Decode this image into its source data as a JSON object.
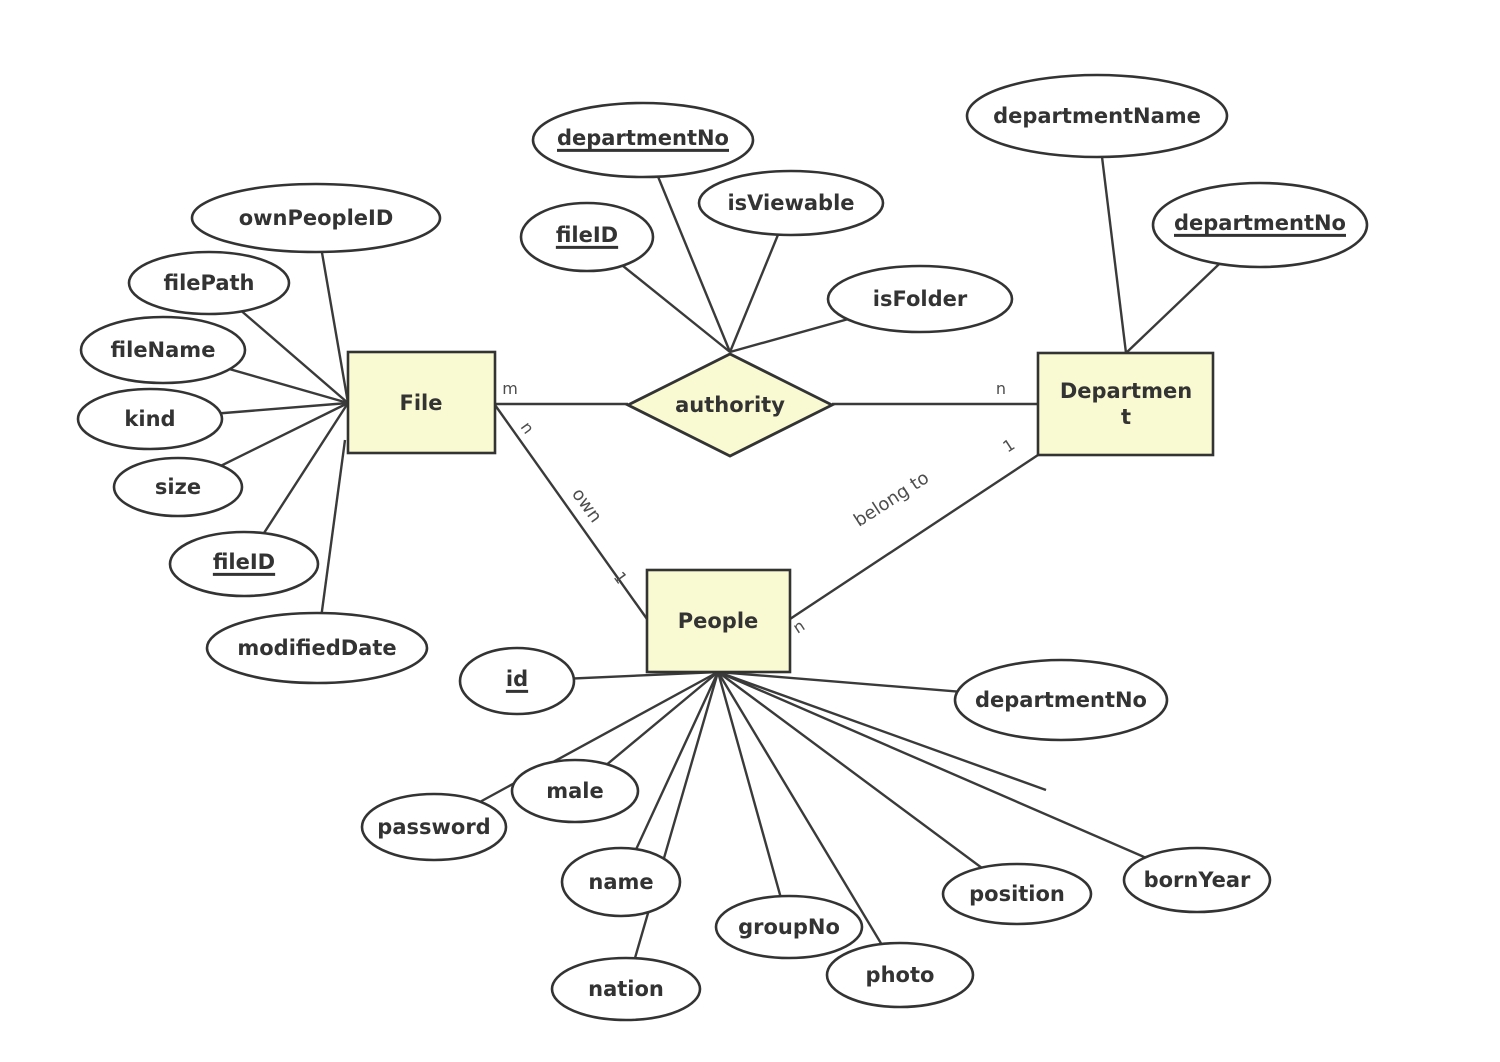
{
  "colors": {
    "background": "#ffffff",
    "entity_fill": "#fafad2",
    "relationship_fill": "#fafad2",
    "attribute_fill": "#ffffff",
    "stroke": "#333333",
    "connector": "#3a3a3a",
    "label_text": "#333333",
    "annotation_text": "#4d4d4d"
  },
  "entities": {
    "file": {
      "label": "File"
    },
    "department": {
      "label": "Department"
    },
    "people": {
      "label": "People"
    }
  },
  "relationships": {
    "authority": {
      "label": "authority"
    },
    "own": {
      "label": "own"
    },
    "belong_to": {
      "label": "belong to"
    }
  },
  "cardinalities": {
    "file_authority": "m",
    "department_authority": "n",
    "file_own": "n",
    "people_own": "1",
    "people_belong_to": "n",
    "department_belong_to": "1"
  },
  "attributes": {
    "file": [
      {
        "label": "ownPeopleID",
        "primary_key": false
      },
      {
        "label": "filePath",
        "primary_key": false
      },
      {
        "label": "fileName",
        "primary_key": false
      },
      {
        "label": "kind",
        "primary_key": false
      },
      {
        "label": "size",
        "primary_key": false
      },
      {
        "label": "fileID",
        "primary_key": true
      },
      {
        "label": "modifiedDate",
        "primary_key": false
      }
    ],
    "authority": [
      {
        "label": "departmentNo",
        "primary_key": true
      },
      {
        "label": "fileID",
        "primary_key": true
      },
      {
        "label": "isViewable",
        "primary_key": false
      },
      {
        "label": "isFolder",
        "primary_key": false
      }
    ],
    "department": [
      {
        "label": "departmentName",
        "primary_key": false
      },
      {
        "label": "departmentNo",
        "primary_key": true
      }
    ],
    "people": [
      {
        "label": "id",
        "primary_key": true
      },
      {
        "label": "password",
        "primary_key": false
      },
      {
        "label": "male",
        "primary_key": false
      },
      {
        "label": "name",
        "primary_key": false
      },
      {
        "label": "nation",
        "primary_key": false
      },
      {
        "label": "groupNo",
        "primary_key": false
      },
      {
        "label": "photo",
        "primary_key": false
      },
      {
        "label": "position",
        "primary_key": false
      },
      {
        "label": "bornYear",
        "primary_key": false
      },
      {
        "label": "departmentNo",
        "primary_key": false
      }
    ]
  }
}
